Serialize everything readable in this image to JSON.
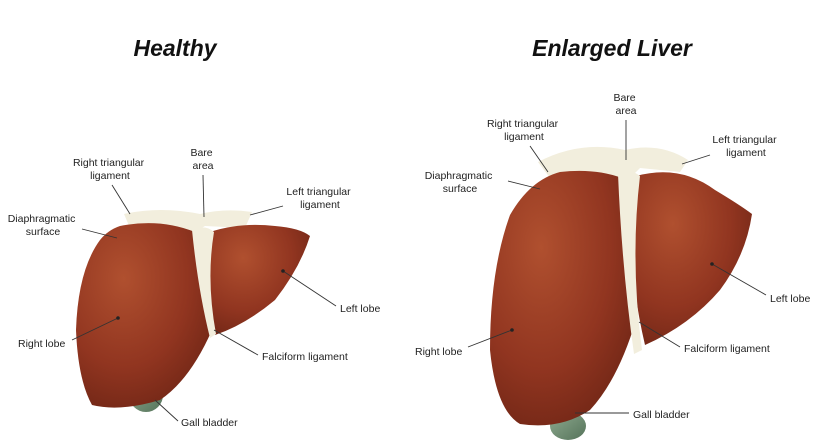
{
  "panels": {
    "healthy": {
      "title": "Healthy",
      "labels": {
        "bare_area": [
          "Bare",
          "area"
        ],
        "right_triangular": [
          "Right triangular",
          "ligament"
        ],
        "left_triangular": [
          "Left triangular",
          "ligament"
        ],
        "diaphragmatic": [
          "Diaphragmatic",
          "surface"
        ],
        "left_lobe": "Left lobe",
        "right_lobe": "Right lobe",
        "falciform": "Falciform ligament",
        "gall_bladder": "Gall bladder"
      }
    },
    "enlarged": {
      "title": "Enlarged Liver",
      "labels": {
        "bare_area": [
          "Bare",
          "area"
        ],
        "right_triangular": [
          "Right triangular",
          "ligament"
        ],
        "left_triangular": [
          "Left triangular",
          "ligament"
        ],
        "diaphragmatic": [
          "Diaphragmatic",
          "surface"
        ],
        "left_lobe": "Left lobe",
        "right_lobe": "Right lobe",
        "falciform": "Falciform ligament",
        "gall_bladder": "Gall bladder"
      }
    }
  },
  "colors": {
    "liver": "#8e3420",
    "liver_highlight": "#b45235",
    "ligament": "#f2eedd",
    "gall_bladder": "#6f8e72"
  }
}
